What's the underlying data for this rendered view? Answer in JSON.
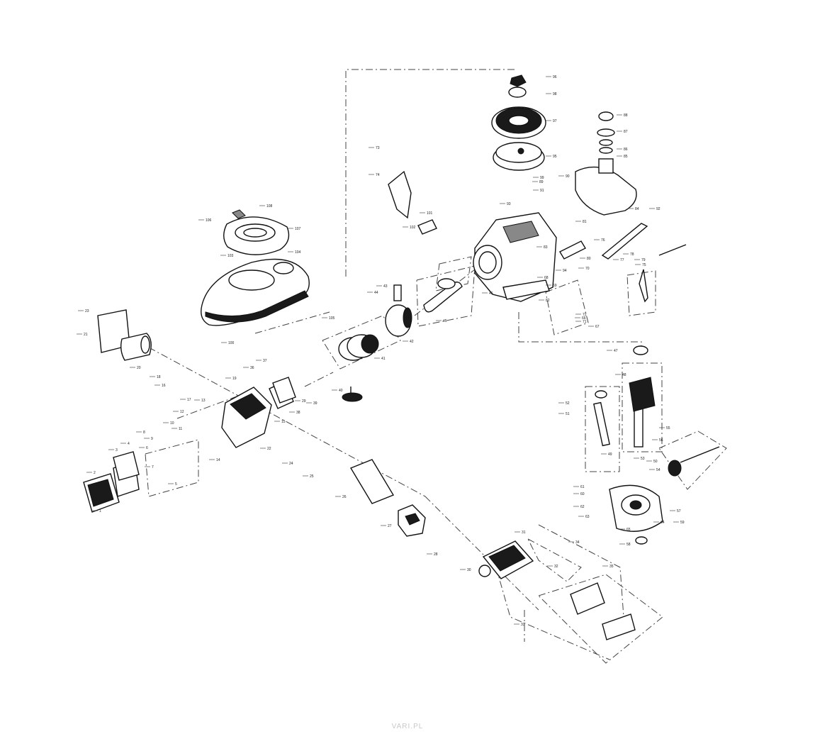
{
  "watermark": "VARI.PL",
  "labels": {
    "l1": "1",
    "l2": "2",
    "l3": "3",
    "l4": "4",
    "l5": "5",
    "l6": "6",
    "l7": "7",
    "l8": "8",
    "l9": "9",
    "l10": "10",
    "l11": "11",
    "l12": "12",
    "l13": "13",
    "l14": "14",
    "l15": "15",
    "l16": "16",
    "l17": "17",
    "l18": "18",
    "l19": "19",
    "l20": "20",
    "l21": "21",
    "l22": "22",
    "l23": "23",
    "l24": "24",
    "l25": "25",
    "l26": "26",
    "l27": "27",
    "l28": "28",
    "l29": "29",
    "l30": "30",
    "l31": "31",
    "l32": "32",
    "l33": "33",
    "l34": "34",
    "l35": "35",
    "l36": "36",
    "l37": "37",
    "l38": "38",
    "l39": "39",
    "l40": "40",
    "l41": "41",
    "l42": "42",
    "l43": "43",
    "l44": "44",
    "l45": "45",
    "l46": "46",
    "l47": "47",
    "l48": "48",
    "l49": "49",
    "l50": "50",
    "l51": "51",
    "l52": "52",
    "l53": "53",
    "l54": "54",
    "l55": "55",
    "l56": "56",
    "l57": "57",
    "l58": "58",
    "l59": "59",
    "l60": "60",
    "l61": "61",
    "l62": "62",
    "l63": "63",
    "l64": "64",
    "l65": "65",
    "l66": "66",
    "l67": "67",
    "l68": "68",
    "l69": "69",
    "l70": "70",
    "l71": "71",
    "l72": "72",
    "l73": "73",
    "l74": "74",
    "l75": "75",
    "l76": "76",
    "l77": "77",
    "l78": "78",
    "l79": "79",
    "l80": "80",
    "l81": "81",
    "l82": "82",
    "l83": "83",
    "l84": "84",
    "l85": "85",
    "l86": "86",
    "l87": "87",
    "l88": "88",
    "l89": "89",
    "l90": "90",
    "l91": "91",
    "l92": "92",
    "l93": "93",
    "l94": "94",
    "l95": "95",
    "l96": "96",
    "l97": "97",
    "l98": "98",
    "l99": "99",
    "l100": "100",
    "l101": "101",
    "l102": "102",
    "l103": "103",
    "l104": "104",
    "l105": "105",
    "l106": "106",
    "l107": "107",
    "l108": "108"
  }
}
